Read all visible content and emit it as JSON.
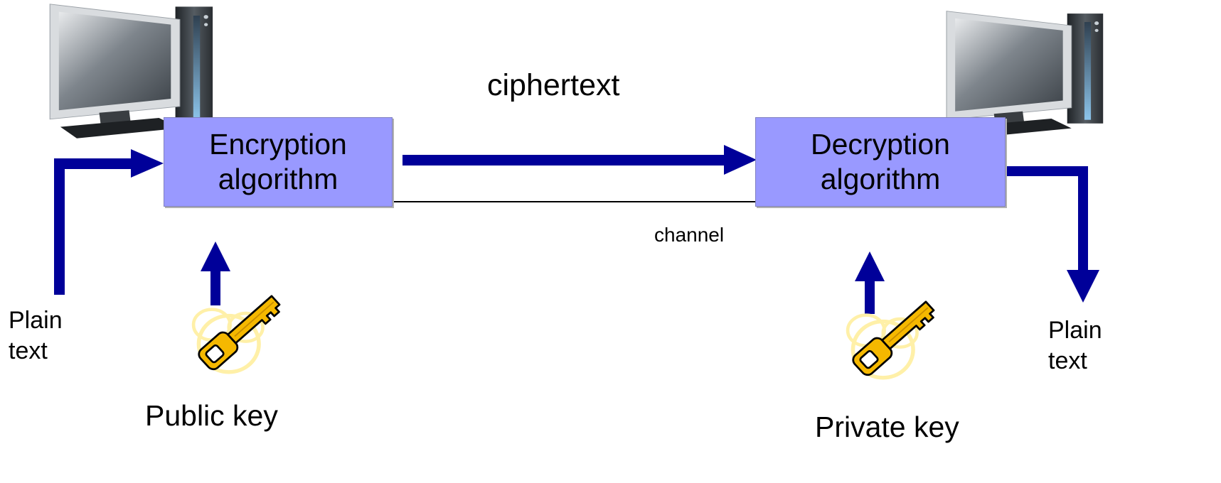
{
  "diagram": {
    "channel_top_label": "ciphertext",
    "channel_label": "channel",
    "sender": {
      "box_line1": "Encryption",
      "box_line2": "algorithm",
      "input_line1": "Plain",
      "input_line2": "text",
      "key_label": "Public key"
    },
    "receiver": {
      "box_line1": "Decryption",
      "box_line2": "algorithm",
      "output_line1": "Plain",
      "output_line2": "text",
      "key_label": "Private key"
    }
  },
  "colors": {
    "arrow": "#000099",
    "box_fill": "#9999ff",
    "key_fill": "#f5b800",
    "key_shadow": "#fff2b0"
  },
  "icons": [
    "computer-icon",
    "key-icon"
  ]
}
